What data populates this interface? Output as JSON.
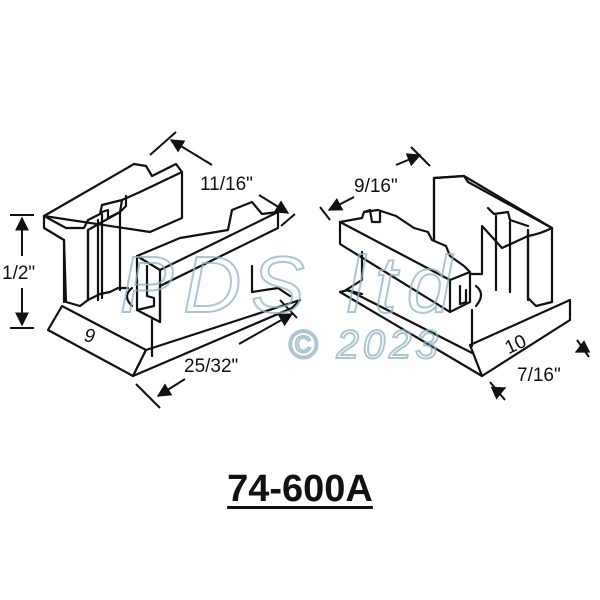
{
  "part_number": "74-600A",
  "left_part": {
    "label": "9",
    "dimensions": {
      "height": "1/2\"",
      "depth": "11/16\"",
      "length": "25/32\""
    }
  },
  "right_part": {
    "label": "10",
    "dimensions": {
      "depth": "9/16\"",
      "width": "7/16\""
    }
  },
  "watermark": {
    "brand": "PDS ltd",
    "copyright": "© 2023",
    "color": "#8fb3c4"
  },
  "colors": {
    "line": "#111111",
    "background": "#ffffff"
  }
}
